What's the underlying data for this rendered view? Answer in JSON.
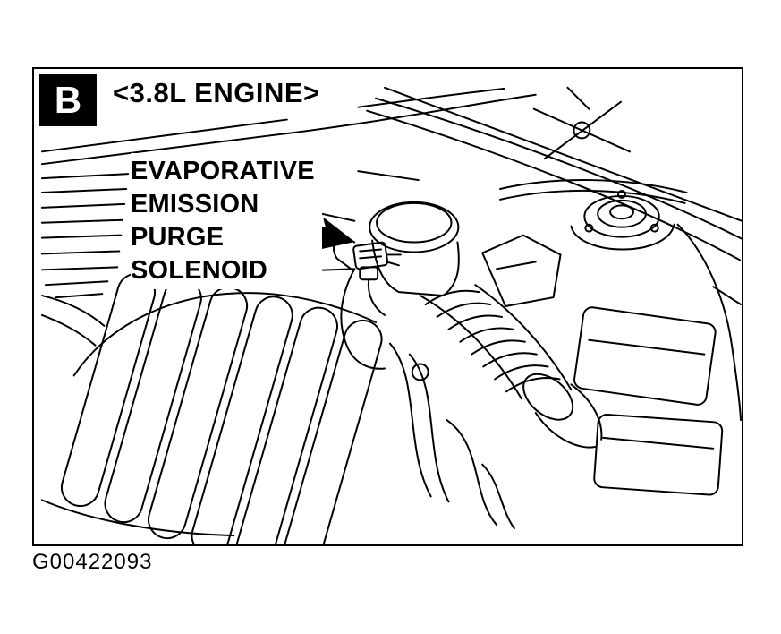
{
  "figure": {
    "panel_label": "B",
    "title": "<3.8L ENGINE>",
    "callout": {
      "lines": [
        "EVAPORATIVE",
        "EMISSION",
        "PURGE",
        "SOLENOID"
      ],
      "arrow_icon": "solid-right-arrow"
    },
    "figure_id": "G00422093",
    "colors": {
      "ink": "#000000",
      "paper": "#ffffff"
    }
  }
}
